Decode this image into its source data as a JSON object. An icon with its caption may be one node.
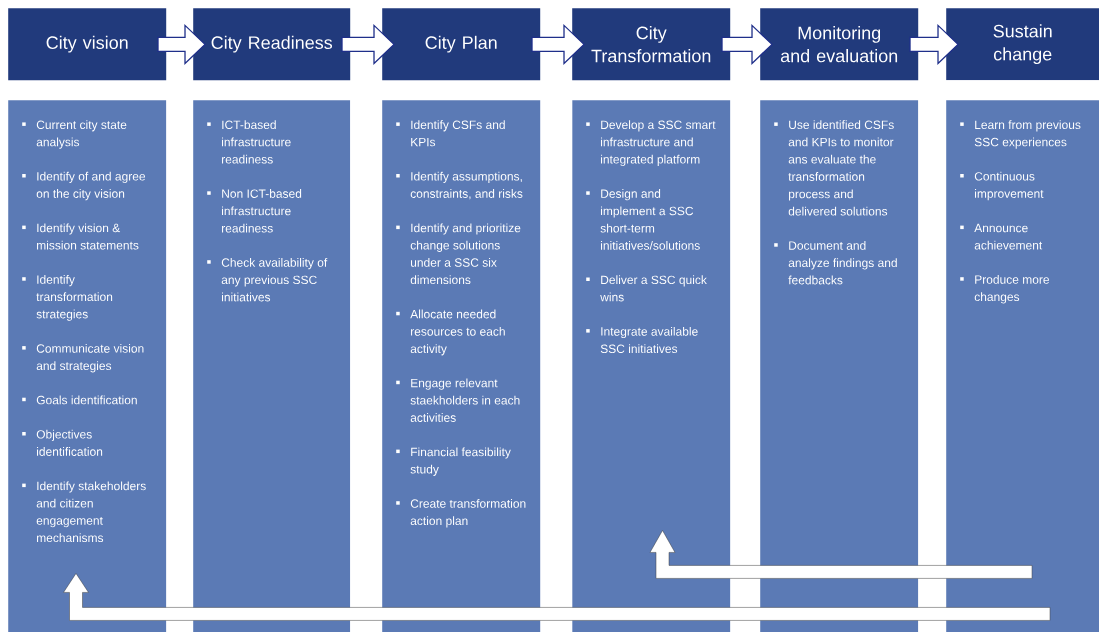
{
  "diagram": {
    "nodes": [
      {
        "text": [
          "City vision"
        ]
      },
      {
        "text": [
          "City Readiness"
        ]
      },
      {
        "text": [
          "City Plan"
        ]
      },
      {
        "text": [
          "City Transformation"
        ]
      },
      {
        "text": [
          "Monitoring and evaluation"
        ]
      },
      {
        "text": [
          "Sustain change"
        ]
      },
      {
        "text": [
          "Current city state analysis",
          "Identify of and agree on the city vision",
          "Identify vision & mission statements",
          "Identify transformation strategies",
          "Communicate vision and strategies",
          "Goals identification",
          "Objectives identification",
          "Identify stakeholders and citizen engagement mechanisms"
        ]
      },
      {
        "text": [
          "ICT-based infrastructure readiness",
          "Non ICT-based infrastructure readiness",
          "Check availability of any previous SSC initiatives"
        ]
      },
      {
        "text": [
          "Identify CSFs and KPIs",
          "Identify assumptions, constraints, and risks",
          "Identify and prioritize change solutions under a SSC six dimensions",
          "Allocate needed resources to each activity",
          "Engage relevant staekholders in each activities",
          "Financial feasibility study",
          "Create transformation action plan"
        ]
      },
      {
        "text": [
          "Develop a SSC smart infrastructure and integrated platform",
          "Design and implement a SSC short-term initiatives/solutions",
          "Deliver a SSC quick wins",
          "Integrate available SSC initiatives"
        ]
      },
      {
        "text": [
          "Use identified CSFs and KPIs to monitor ans evaluate the transformation process and delivered solutions",
          "Document and analyze findings and feedbacks"
        ]
      },
      {
        "text": [
          "Learn from previous SSC experiences",
          "Continuous improvement",
          "Announce achievement",
          "Produce more changes"
        ]
      }
    ],
    "edges": [
      {
        "from": 0,
        "to": 1,
        "arrow": "to"
      },
      {
        "from": 1,
        "to": 2,
        "arrow": "to"
      },
      {
        "from": 2,
        "to": 3,
        "arrow": "to"
      },
      {
        "from": 3,
        "to": 4,
        "arrow": "to"
      },
      {
        "from": 4,
        "to": 5,
        "arrow": "to"
      },
      {
        "from": 11,
        "to": 9,
        "arrow": "to"
      },
      {
        "from": 11,
        "to": 6,
        "arrow": "to"
      }
    ]
  }
}
